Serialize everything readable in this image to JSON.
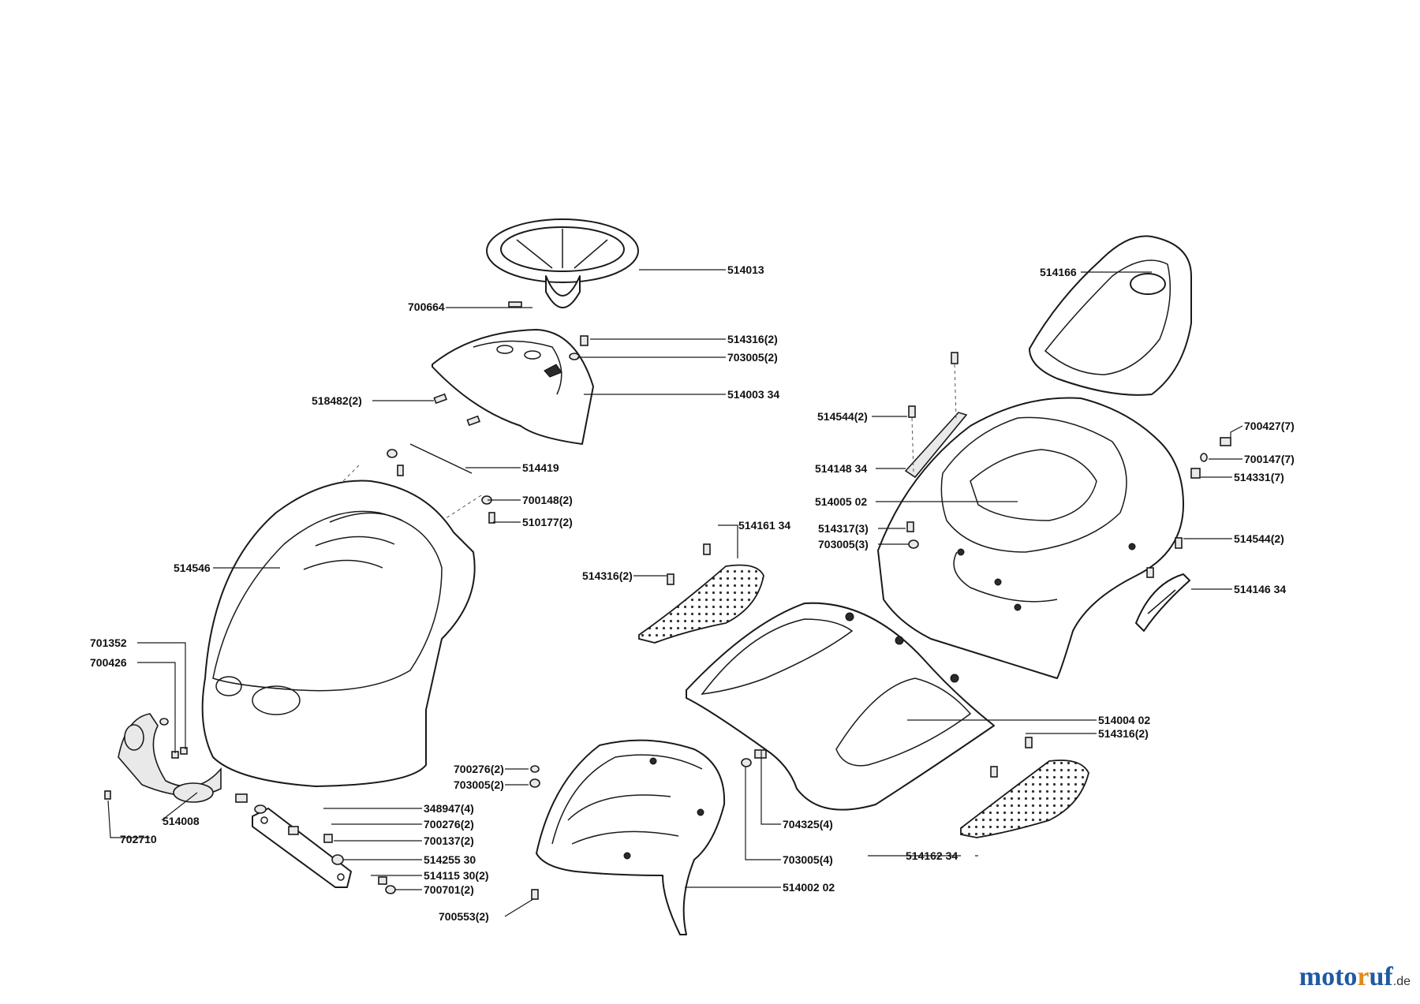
{
  "labels": [
    "514013",
    "700664",
    "514316(2)",
    "703005(2)",
    "518482(2)",
    "514003 34",
    "514419",
    "700148(2)",
    "510177(2)",
    "514546",
    "701352",
    "700426",
    "514008",
    "702710",
    "348947(4)",
    "700276(2)",
    "700137(2)",
    "514255 30",
    "514115 30(2)",
    "700701(2)",
    "700276(2)",
    "703005(2)",
    "700553(2)",
    "704325(4)",
    "703005(4)",
    "514002 02",
    "514166",
    "514544(2)",
    "514148 34",
    "514005 02",
    "514161 34",
    "514317(3)",
    "703005(3)",
    "514316(2)",
    "700427(7)",
    "700147(7)",
    "514331(7)",
    "514544(2)",
    "514146 34",
    "514004 02",
    "514316(2)",
    "514162 34"
  ],
  "brand": {
    "part1": "moto",
    "part2": "r",
    "part3": "uf",
    "tld": ".de"
  }
}
